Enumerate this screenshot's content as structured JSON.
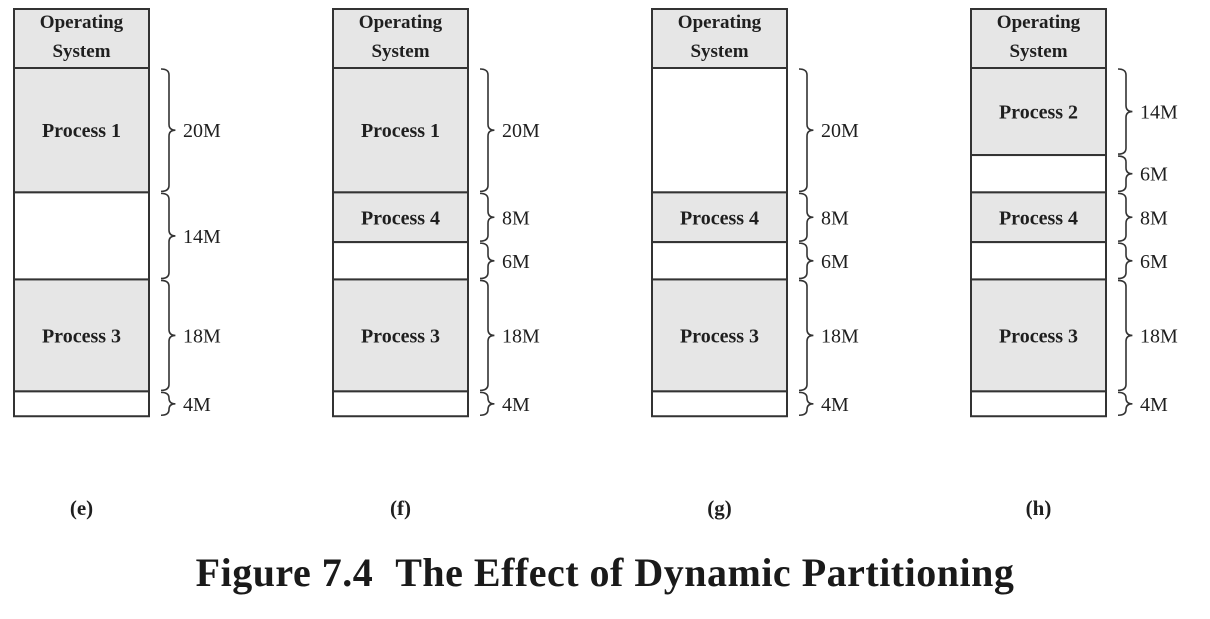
{
  "colors": {
    "filled": "#e6e6e6",
    "empty": "#ffffff",
    "stroke": "#333333",
    "text": "#1f1f1f"
  },
  "scale": {
    "os_size_label": "",
    "total_below_os_M": 64
  },
  "diagrams": [
    {
      "id": "e",
      "label": "(e)",
      "os_label_line1": "Operating",
      "os_label_line2": "System",
      "blocks": [
        {
          "label": "Process 1",
          "size_M": 20,
          "size_label": "20M",
          "filled": true
        },
        {
          "label": "",
          "size_M": 14,
          "size_label": "14M",
          "filled": false
        },
        {
          "label": "Process 3",
          "size_M": 18,
          "size_label": "18M",
          "filled": true
        },
        {
          "label": "",
          "size_M": 4,
          "size_label": "4M",
          "filled": false
        }
      ]
    },
    {
      "id": "f",
      "label": "(f)",
      "os_label_line1": "Operating",
      "os_label_line2": "System",
      "blocks": [
        {
          "label": "Process 1",
          "size_M": 20,
          "size_label": "20M",
          "filled": true
        },
        {
          "label": "Process 4",
          "size_M": 8,
          "size_label": "8M",
          "filled": true
        },
        {
          "label": "",
          "size_M": 6,
          "size_label": "6M",
          "filled": false
        },
        {
          "label": "Process 3",
          "size_M": 18,
          "size_label": "18M",
          "filled": true
        },
        {
          "label": "",
          "size_M": 4,
          "size_label": "4M",
          "filled": false
        }
      ]
    },
    {
      "id": "g",
      "label": "(g)",
      "os_label_line1": "Operating",
      "os_label_line2": "System",
      "blocks": [
        {
          "label": "",
          "size_M": 20,
          "size_label": "20M",
          "filled": false
        },
        {
          "label": "Process 4",
          "size_M": 8,
          "size_label": "8M",
          "filled": true
        },
        {
          "label": "",
          "size_M": 6,
          "size_label": "6M",
          "filled": false
        },
        {
          "label": "Process 3",
          "size_M": 18,
          "size_label": "18M",
          "filled": true
        },
        {
          "label": "",
          "size_M": 4,
          "size_label": "4M",
          "filled": false
        }
      ]
    },
    {
      "id": "h",
      "label": "(h)",
      "os_label_line1": "Operating",
      "os_label_line2": "System",
      "blocks": [
        {
          "label": "Process 2",
          "size_M": 14,
          "size_label": "14M",
          "filled": true
        },
        {
          "label": "",
          "size_M": 6,
          "size_label": "6M",
          "filled": false
        },
        {
          "label": "Process 4",
          "size_M": 8,
          "size_label": "8M",
          "filled": true
        },
        {
          "label": "",
          "size_M": 6,
          "size_label": "6M",
          "filled": false
        },
        {
          "label": "Process 3",
          "size_M": 18,
          "size_label": "18M",
          "filled": true
        },
        {
          "label": "",
          "size_M": 4,
          "size_label": "4M",
          "filled": false
        }
      ]
    }
  ],
  "caption": {
    "number": "Figure 7.4",
    "title": "The Effect of Dynamic Partitioning"
  }
}
